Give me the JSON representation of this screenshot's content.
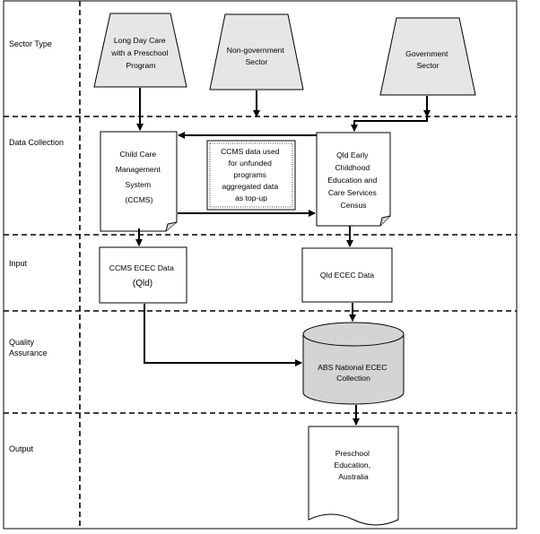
{
  "rows": [
    {
      "key": "sector_type",
      "label": "Sector Type"
    },
    {
      "key": "data_collection",
      "label": "Data Collection"
    },
    {
      "key": "input",
      "label": "Input"
    },
    {
      "key": "quality_assurance",
      "label": [
        "Quality",
        "Assurance"
      ]
    },
    {
      "key": "output",
      "label": "Output"
    }
  ],
  "nodes": {
    "long_day_care": [
      "Long Day Care",
      "with a Preschool",
      "Program"
    ],
    "non_government": [
      "Non-government",
      "Sector"
    ],
    "government": [
      "Government",
      "Sector"
    ],
    "ccms": [
      "Child Care",
      "Management",
      "System",
      "(CCMS)"
    ],
    "ccms_note": [
      "CCMS data used",
      "for unfunded",
      "programs",
      "aggregated data",
      "as top-up"
    ],
    "qld_census": [
      "Qld Early",
      "Childhood",
      "Education and",
      "Care Services",
      "Census"
    ],
    "ccms_ecec": [
      "CCMS ECEC Data",
      "(Qld)"
    ],
    "qld_ecec": [
      "Qld ECEC Data"
    ],
    "abs_collection": [
      "ABS National ECEC",
      "Collection"
    ],
    "preschool_output": [
      "Preschool",
      "Education,",
      "Australia"
    ]
  },
  "colors": {
    "shape_fill_grey": "#e6e6e6",
    "cylinder_fill": "#d4d4d4",
    "line": "#000000",
    "background": "#ffffff"
  }
}
